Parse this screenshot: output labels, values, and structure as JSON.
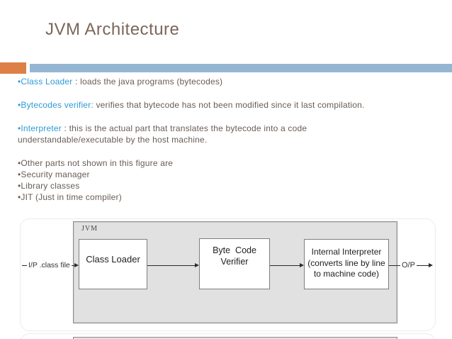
{
  "slide": {
    "title": "JVM Architecture",
    "colors": {
      "title_color": "#7b665b",
      "body_color": "#695c54",
      "accent_blue_text": "#2e9ad6",
      "bar_orange": "#dd8047",
      "bar_blue": "#94b6d2",
      "diagram_gray": "#e1e1e1",
      "diagram_border": "#8a8a8a"
    }
  },
  "bullets": [
    {
      "lines": [
        [
          {
            "t": "•Class Loader",
            "k": true
          },
          {
            "t": " : loads the java programs (bytecodes)"
          }
        ]
      ]
    },
    {
      "lines": [
        [
          {
            "t": "•Bytecodes verifier:",
            "k": true
          },
          {
            "t": " verifies that bytecode has not been modified since it last compilation."
          }
        ]
      ]
    },
    {
      "lines": [
        [
          {
            "t": "•Interpreter",
            "k": true
          },
          {
            "t": " : this is the actual part that translates the bytecode into a code"
          }
        ],
        [
          {
            "t": "understandable/executable by the host machine."
          }
        ]
      ]
    },
    {
      "lines": [
        [
          {
            "t": "•Other parts not shown in this figure are"
          }
        ],
        [
          {
            "t": "•Security manager"
          }
        ],
        [
          {
            "t": "•Library classes"
          }
        ],
        [
          {
            "t": "•JIT (Just in time compiler)"
          }
        ]
      ]
    }
  ],
  "figure": {
    "frame_label": "JVM",
    "input_label": "I/P .class file",
    "output_label": "O/P",
    "boxes": [
      {
        "id": "class-loader",
        "lines": [
          "Class Loader"
        ]
      },
      {
        "id": "byte-code-verifier",
        "lines": [
          "Byte  Code",
          "Verifier"
        ]
      },
      {
        "id": "internal-interpreter",
        "lines": [
          "Internal Interpreter",
          "(converts line by line",
          "to machine code)"
        ]
      }
    ]
  }
}
